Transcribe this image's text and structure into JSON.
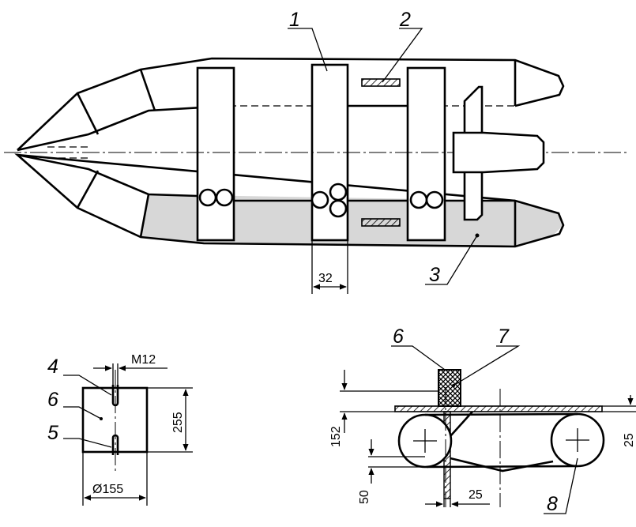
{
  "callouts": {
    "c1": "1",
    "c2": "2",
    "c3": "3",
    "c4": "4",
    "c5": "5",
    "c6_front": "6",
    "c6_side": "6",
    "c7": "7",
    "c8": "8"
  },
  "dimensions": {
    "d32": "32",
    "m12": "M12",
    "d255": "255",
    "dia155": "Ø155",
    "d152": "152",
    "d50": "50",
    "d25_bottom": "25",
    "d25_right": "25"
  },
  "colors": {
    "line": "#000000",
    "highlight_fill": "#d7d7d7",
    "background": "#ffffff"
  }
}
